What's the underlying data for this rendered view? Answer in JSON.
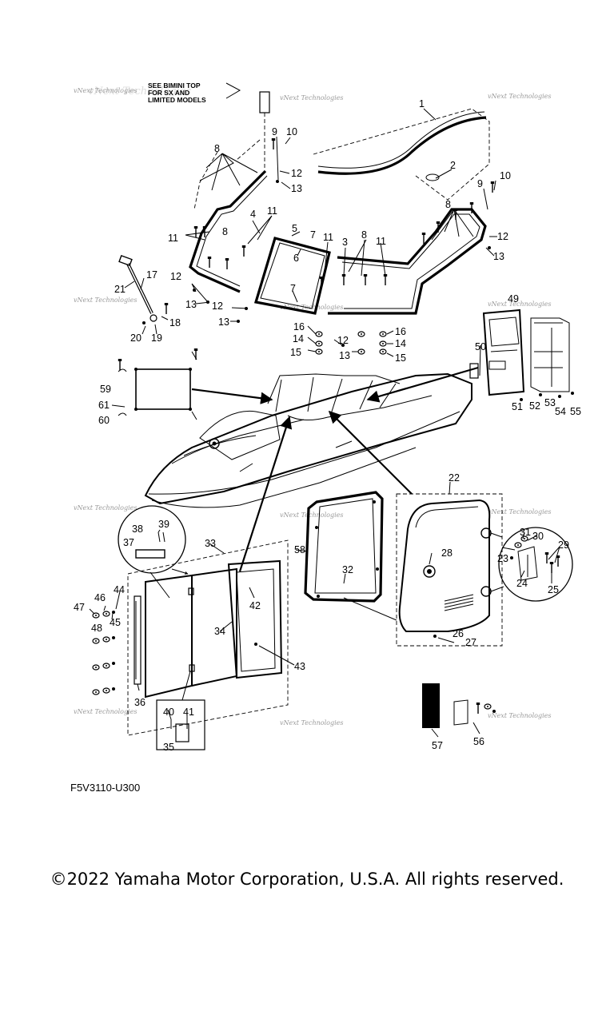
{
  "bimini_note": [
    "SEE BIMINI TOP",
    "FOR SX AND",
    "LIMITED MODELS"
  ],
  "watermark_text": "vNext Technologies",
  "diagram_code": "F5V3110-U300",
  "copyright": "©2022 Yamaha Motor Corporation, U.S.A. All rights reserved.",
  "callouts": [
    "1",
    "2",
    "3",
    "4",
    "5",
    "6",
    "7",
    "8",
    "9",
    "10",
    "11",
    "12",
    "13",
    "14",
    "15",
    "16",
    "17",
    "18",
    "19",
    "20",
    "21",
    "22",
    "23",
    "24",
    "25",
    "26",
    "27",
    "28",
    "29",
    "30",
    "31",
    "32",
    "33",
    "34",
    "35",
    "36",
    "37",
    "38",
    "39",
    "40",
    "41",
    "42",
    "43",
    "44",
    "45",
    "46",
    "47",
    "48",
    "49",
    "50",
    "51",
    "52",
    "53",
    "54",
    "55",
    "56",
    "57",
    "58",
    "59",
    "60",
    "61"
  ],
  "icons": {
    "arrow": "arrow-icon",
    "screw": "screw-icon",
    "nut": "nut-icon"
  }
}
